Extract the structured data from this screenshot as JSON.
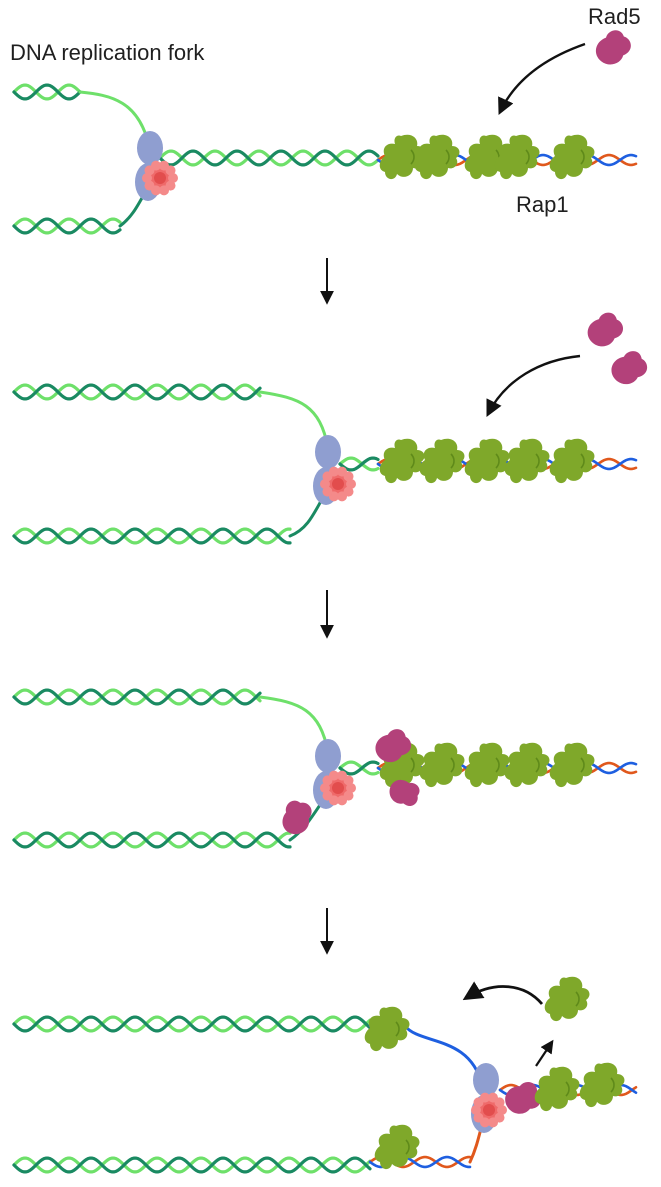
{
  "labels": {
    "title": "DNA replication fork",
    "rad5": "Rad5",
    "rap1": "Rap1"
  },
  "colors": {
    "dna_dark": "#1a8a62",
    "dna_light": "#6ee06a",
    "telomere_blue": "#1e5fe0",
    "telomere_orange": "#e0581c",
    "rap1": "#7fa82a",
    "rad5": "#b3417a",
    "helicase": "#8f9ed0",
    "polymerase": "#ef6a6a"
  },
  "panels": [
    {
      "name": "panel-1",
      "step": "Rad5 approaches Rap1-bound telomere ahead of the fork"
    },
    {
      "name": "panel-2",
      "step": "Fork advances toward Rap1 array"
    },
    {
      "name": "panel-3",
      "step": "Rad5 binds at the fork and Rap1"
    },
    {
      "name": "panel-4",
      "step": "Rap1 displaced as the fork passes"
    }
  ]
}
